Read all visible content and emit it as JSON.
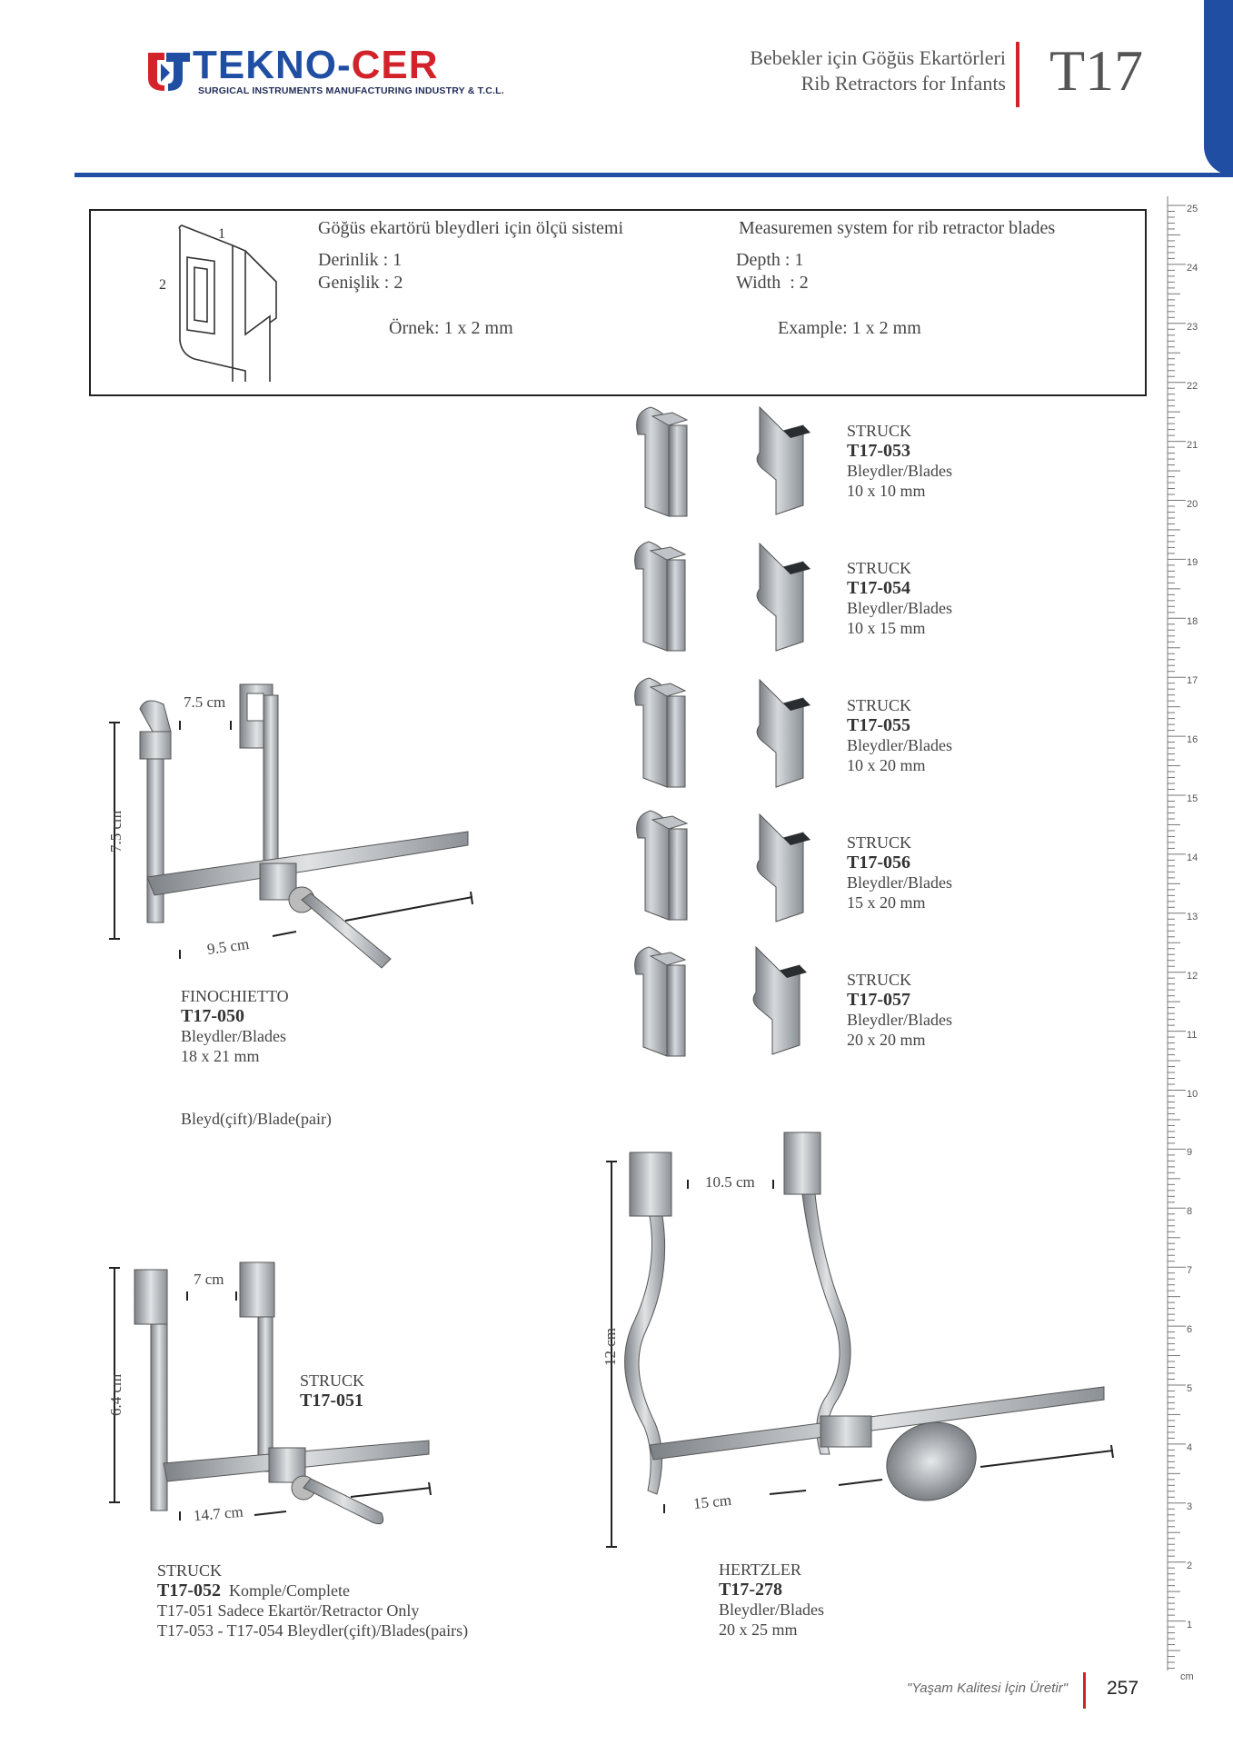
{
  "header": {
    "brand": {
      "part1": "TEKNO-",
      "part2": "CER"
    },
    "brand_subtitle": "SURGICAL INSTRUMENTS MANUFACTURING INDUSTRY & T.C.L.",
    "title_tr": "Bebekler için Göğüs Ekartörleri",
    "title_en": "Rib Retractors for Infants",
    "section_code": "T17"
  },
  "measurement_box": {
    "label_1": "1",
    "label_2": "2",
    "tr": {
      "title": "Göğüs ekartörü bleydleri için ölçü sistemi",
      "depth": "Derinlik : 1",
      "width": "Genişlik : 2",
      "example": "Örnek: 1 x 2 mm"
    },
    "en": {
      "title": "Measuremen system for rib retractor blades",
      "depth": "Depth : 1",
      "width": "Width  : 2",
      "example": "Example: 1 x 2 mm"
    }
  },
  "blades": [
    {
      "name": "STRUCK",
      "code": "T17-053",
      "label": "Bleydler/Blades",
      "size": "10 x 10 mm"
    },
    {
      "name": "STRUCK",
      "code": "T17-054",
      "label": "Bleydler/Blades",
      "size": "10 x 15 mm"
    },
    {
      "name": "STRUCK",
      "code": "T17-055",
      "label": "Bleydler/Blades",
      "size": "10 x 20 mm"
    },
    {
      "name": "STRUCK",
      "code": "T17-056",
      "label": "Bleydler/Blades",
      "size": "15 x 20 mm"
    },
    {
      "name": "STRUCK",
      "code": "T17-057",
      "label": "Bleydler/Blades",
      "size": "20 x 20 mm"
    }
  ],
  "finochietto": {
    "name": "FINOCHIETTO",
    "code": "T17-050",
    "label": "Bleydler/Blades",
    "size": "18 x 21 mm",
    "note": "Bleyd(çift)/Blade(pair)",
    "dim_depth": "7.5 cm",
    "dim_height": "7.5 cm",
    "dim_spread": "9.5 cm"
  },
  "struck051": {
    "name": "STRUCK",
    "code": "T17-051",
    "dim_depth": "7 cm",
    "dim_height": "6.4 cm",
    "dim_spread": "14.7 cm"
  },
  "struck052": {
    "name": "STRUCK",
    "code": "T17-052",
    "complete": "Komple/Complete",
    "line2": "T17-051 Sadece Ekartör/Retractor Only",
    "line3": "T17-053 - T17-054 Bleydler(çift)/Blades(pairs)"
  },
  "hertzler": {
    "name": "HERTZLER",
    "code": "T17-278",
    "label": "Bleydler/Blades",
    "size": "20 x 25 mm",
    "dim_depth": "10.5 cm",
    "dim_height": "12 cm",
    "dim_spread": "15 cm"
  },
  "ruler": {
    "unit": "cm",
    "labels": [
      "25",
      "24",
      "23",
      "22",
      "21",
      "20",
      "19",
      "18",
      "17",
      "16",
      "15",
      "14",
      "13",
      "12",
      "11",
      "10",
      "9",
      "8",
      "7",
      "6",
      "5",
      "4",
      "3",
      "2",
      "1"
    ]
  },
  "footer": {
    "motto": "\"Yaşam Kalitesi İçin Üretir\"",
    "page_number": "257"
  },
  "colors": {
    "brand_blue": "#1f4ea3",
    "brand_red": "#d3232a"
  }
}
